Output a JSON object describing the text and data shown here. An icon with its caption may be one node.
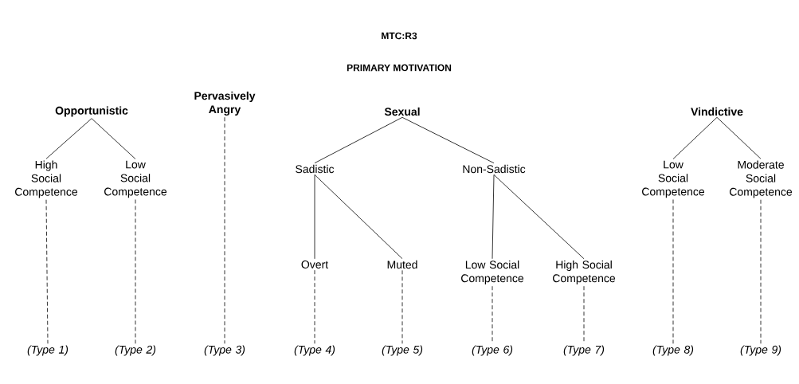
{
  "diagram": {
    "title": "MTC:R3",
    "nodes": [
      {
        "text": [
          "Opportunistic"
        ]
      },
      {
        "text": [
          "Pervasively Angry"
        ]
      },
      {
        "text": [
          "Sexual"
        ]
      },
      {
        "text": [
          "Vindictive"
        ]
      },
      {
        "text": [
          "High Social Competence"
        ]
      },
      {
        "text": [
          "Low Social Competence"
        ]
      },
      {
        "text": [
          "Sadistic"
        ]
      },
      {
        "text": [
          "Non-Sadistic"
        ]
      },
      {
        "text": [
          "Low Social Competence"
        ]
      },
      {
        "text": [
          "Moderate Social Competence"
        ]
      },
      {
        "text": [
          "Overt"
        ]
      },
      {
        "text": [
          "Muted"
        ]
      },
      {
        "text": [
          "Low Social Competence"
        ]
      },
      {
        "text": [
          "High Social Competence"
        ]
      },
      {
        "text": [
          "(Type 1)"
        ]
      },
      {
        "text": [
          "(Type 2)"
        ]
      },
      {
        "text": [
          "(Type 3)"
        ]
      },
      {
        "text": [
          "(Type 4)"
        ]
      },
      {
        "text": [
          "(Type 5)"
        ]
      },
      {
        "text": [
          "(Type 6)"
        ]
      },
      {
        "text": [
          "(Type 7)"
        ]
      },
      {
        "text": [
          "(Type 8)"
        ]
      },
      {
        "text": [
          "(Type 9)"
        ]
      }
    ],
    "edges": [
      {
        "from": 0,
        "to": 4,
        "arrow": "none"
      },
      {
        "from": 0,
        "to": 5,
        "arrow": "none"
      },
      {
        "from": 2,
        "to": 6,
        "arrow": "none"
      },
      {
        "from": 2,
        "to": 7,
        "arrow": "none"
      },
      {
        "from": 3,
        "to": 8,
        "arrow": "none"
      },
      {
        "from": 3,
        "to": 9,
        "arrow": "none"
      },
      {
        "from": 6,
        "to": 10,
        "arrow": "none"
      },
      {
        "from": 6,
        "to": 11,
        "arrow": "none"
      },
      {
        "from": 7,
        "to": 12,
        "arrow": "none"
      },
      {
        "from": 7,
        "to": 13,
        "arrow": "none"
      },
      {
        "from": 4,
        "to": 14,
        "arrow": "none",
        "style": "dashed"
      },
      {
        "from": 5,
        "to": 15,
        "arrow": "none",
        "style": "dashed"
      },
      {
        "from": 1,
        "to": 16,
        "arrow": "none",
        "style": "dashed"
      },
      {
        "from": 10,
        "to": 17,
        "arrow": "none",
        "style": "dashed"
      },
      {
        "from": 11,
        "to": 18,
        "arrow": "none",
        "style": "dashed"
      },
      {
        "from": 12,
        "to": 19,
        "arrow": "none",
        "style": "dashed"
      },
      {
        "from": 13,
        "to": 20,
        "arrow": "none",
        "style": "dashed"
      },
      {
        "from": 8,
        "to": 21,
        "arrow": "none",
        "style": "dashed"
      },
      {
        "from": 9,
        "to": 22,
        "arrow": "none",
        "style": "dashed"
      }
    ],
    "labels": [
      "PRIMARY MOTIVATION"
    ]
  }
}
